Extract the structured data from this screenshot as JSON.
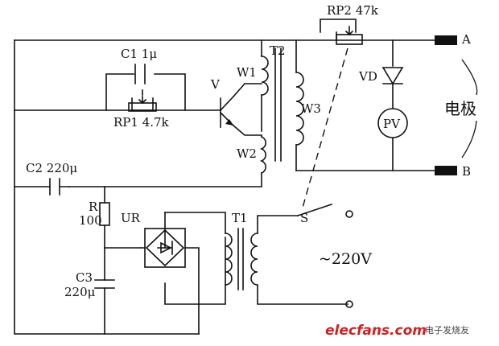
{
  "labels": {
    "c1": "C1 1μ",
    "rp1": "RP1 4.7k",
    "rp2": "RP2 47k",
    "v": "V",
    "w1": "W1",
    "w2": "W2",
    "w3": "W3",
    "t2": "T2",
    "vd": "VD",
    "pv": "PV",
    "a": "A",
    "b": "B",
    "electrode": "电极",
    "c2": "C2 220μ",
    "r": "R",
    "r_val": "100",
    "ur": "UR",
    "t1": "T1",
    "s": "S",
    "mains": "~220V",
    "c3": "C3",
    "c3_val": "220μ"
  },
  "watermark": {
    "site": "elecfans.com",
    "cn": "电子发烧友"
  },
  "colors": {
    "line": "#111111",
    "watermark": "#cc2222"
  }
}
